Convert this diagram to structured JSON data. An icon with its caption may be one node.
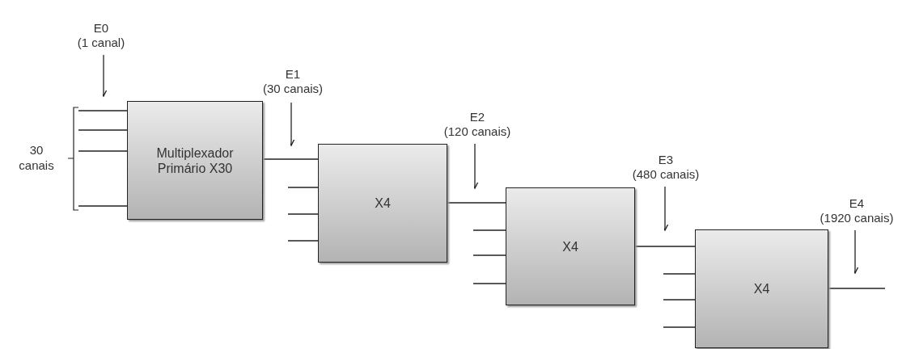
{
  "diagram": {
    "nodes": [
      {
        "text": [
          "Multiplexador Primário X30"
        ]
      },
      {
        "text": [
          "X4"
        ]
      },
      {
        "text": [
          "X4"
        ]
      },
      {
        "text": [
          "X4"
        ]
      },
      {
        "text": [
          "E0",
          "(1 canal)"
        ]
      },
      {
        "text": [
          "E1",
          "(30 canais)"
        ]
      },
      {
        "text": [
          "E2",
          "(120 canais)"
        ]
      },
      {
        "text": [
          "E3",
          "(480 canais)"
        ]
      },
      {
        "text": [
          "E4",
          "(1920 canais)"
        ]
      }
    ],
    "edges": [
      {
        "from": 0,
        "to": 1,
        "arrow": "none"
      },
      {
        "from": 1,
        "to": 2,
        "arrow": "none"
      },
      {
        "from": 2,
        "to": 3,
        "arrow": "none"
      },
      {
        "from": 3,
        "to": null,
        "arrow": "none"
      },
      {
        "from": null,
        "to": 0,
        "arrow": "none"
      },
      {
        "from": null,
        "to": 0,
        "arrow": "none"
      },
      {
        "from": null,
        "to": 0,
        "arrow": "none"
      },
      {
        "from": null,
        "to": 0,
        "arrow": "none"
      },
      {
        "from": null,
        "to": 1,
        "arrow": "none"
      },
      {
        "from": null,
        "to": 1,
        "arrow": "none"
      },
      {
        "from": null,
        "to": 1,
        "arrow": "none"
      },
      {
        "from": null,
        "to": 2,
        "arrow": "none"
      },
      {
        "from": null,
        "to": 2,
        "arrow": "none"
      },
      {
        "from": null,
        "to": 2,
        "arrow": "none"
      },
      {
        "from": null,
        "to": 3,
        "arrow": "none"
      },
      {
        "from": null,
        "to": 3,
        "arrow": "none"
      },
      {
        "from": null,
        "to": 3,
        "arrow": "none"
      },
      {
        "from": 4,
        "to": null,
        "arrow": "to"
      },
      {
        "from": 5,
        "to": null,
        "arrow": "to"
      },
      {
        "from": 6,
        "to": null,
        "arrow": "to"
      },
      {
        "from": 7,
        "to": null,
        "arrow": "to"
      },
      {
        "from": 8,
        "to": null,
        "arrow": "to"
      }
    ],
    "labels": [
      "30 canais"
    ]
  }
}
